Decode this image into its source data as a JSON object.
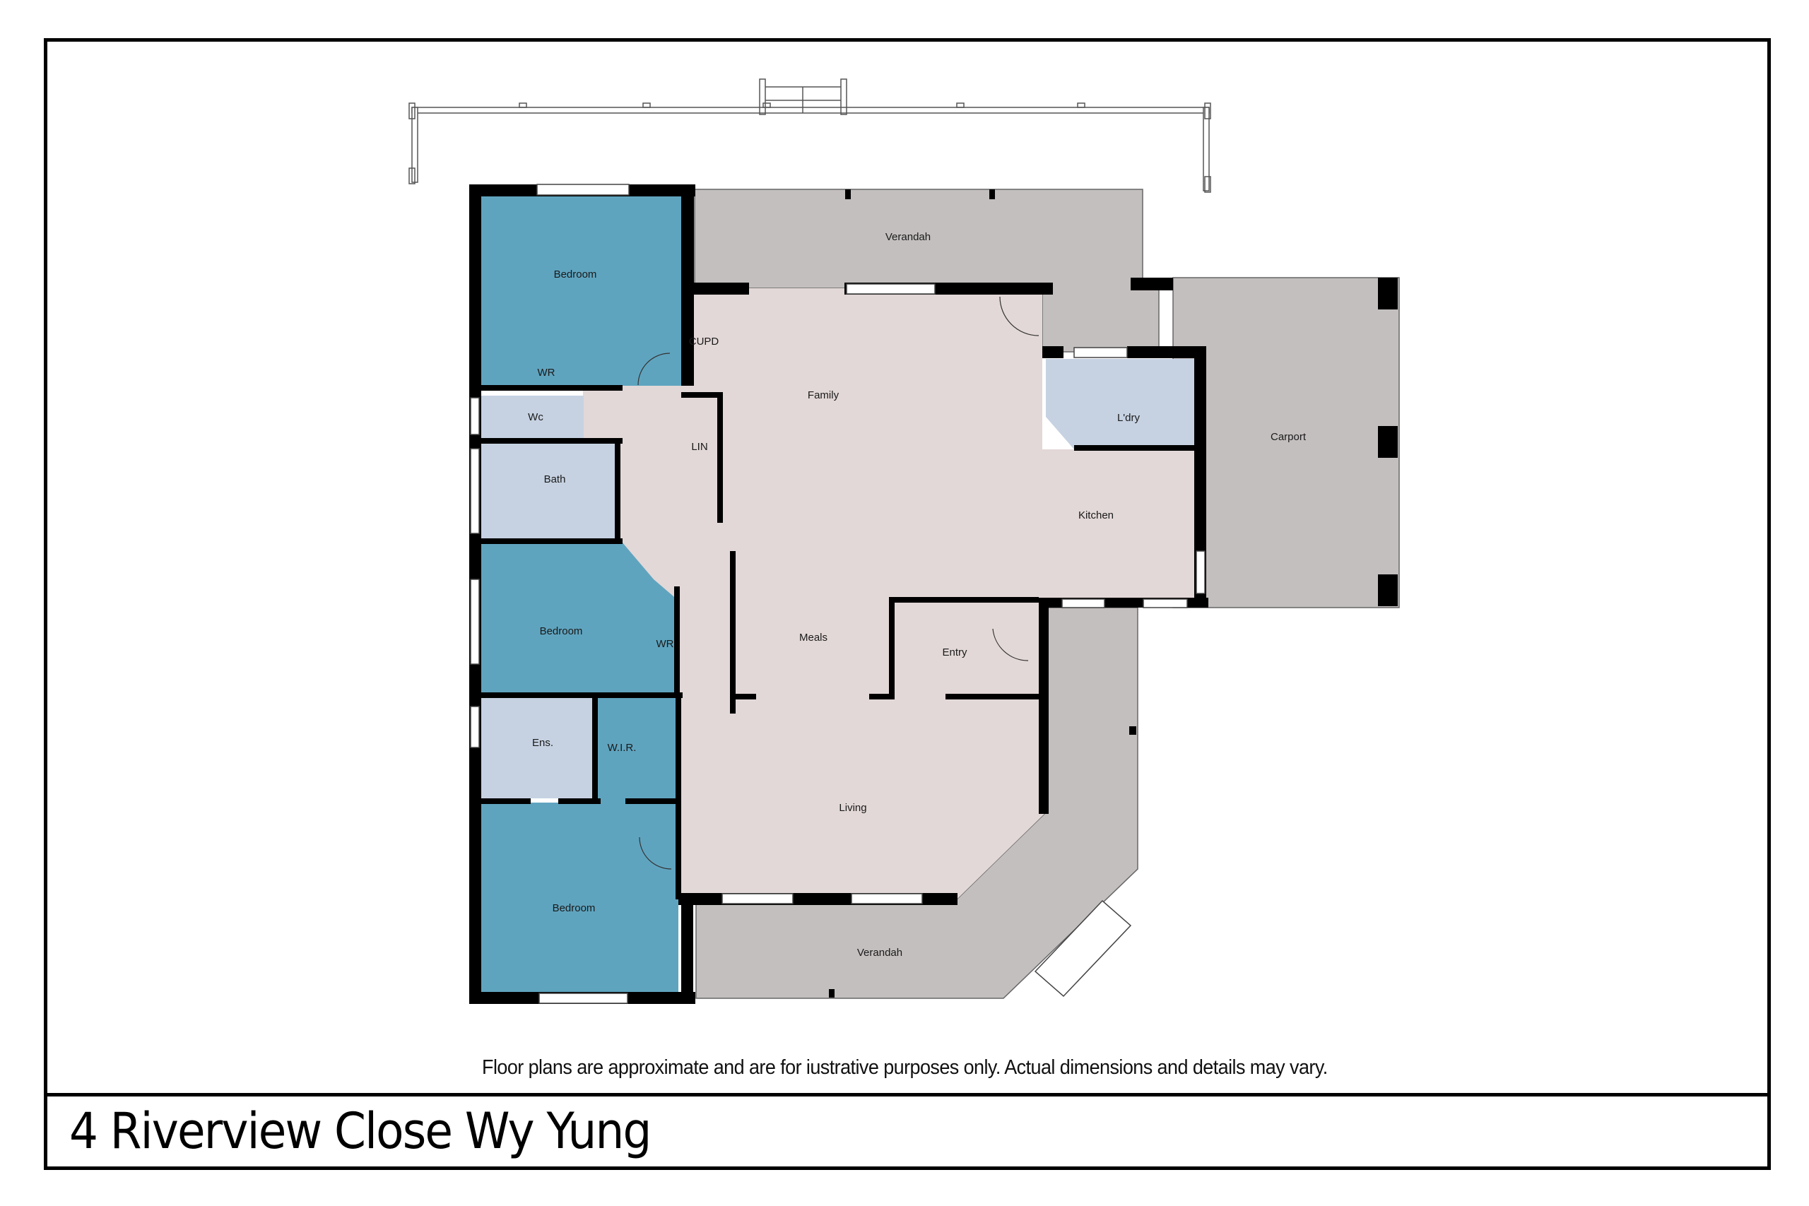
{
  "property": {
    "address": "4 Riverview Close Wy Yung",
    "disclaimer": "Floor plans are approximate and are for iustrative purposes only. Actual dimensions and details may vary."
  },
  "colors": {
    "bedroom": "#5fa4bf",
    "wet_area": "#c6d2e2",
    "living_area": "#e2d8d7",
    "outdoor": "#c4bfbf",
    "wall": "#000000",
    "background": "#ffffff"
  },
  "rooms": {
    "bedroom_1": "Bedroom",
    "wr_1": "WR",
    "cupd": "CUPD",
    "wc": "Wc",
    "lin": "LIN",
    "bath": "Bath",
    "family": "Family",
    "verandah_top": "Verandah",
    "laundry": "L'dry",
    "carport": "Carport",
    "kitchen": "Kitchen",
    "bedroom_2": "Bedroom",
    "wr_2": "WR",
    "meals": "Meals",
    "entry": "Entry",
    "ensuite": "Ens.",
    "wir": "W.I.R.",
    "living": "Living",
    "bedroom_3": "Bedroom",
    "verandah_bottom": "Verandah"
  }
}
